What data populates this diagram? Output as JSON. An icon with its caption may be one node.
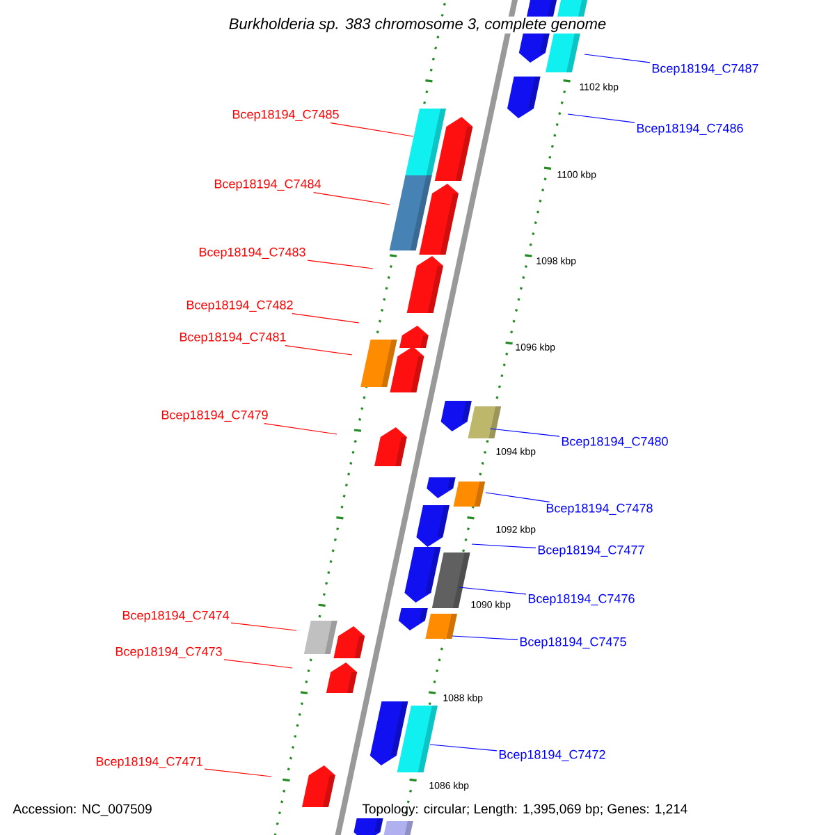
{
  "diagram": {
    "title": "Burkholderia sp. 383 chromosome 3, complete genome",
    "nodes": [
      {
        "text": [
          "Bcep18194_C7485"
        ]
      },
      {
        "text": [
          "Bcep18194_C7484"
        ]
      },
      {
        "text": [
          "Bcep18194_C7483"
        ]
      },
      {
        "text": [
          "Bcep18194_C7482"
        ]
      },
      {
        "text": [
          "Bcep18194_C7481"
        ]
      },
      {
        "text": [
          "Bcep18194_C7479"
        ]
      },
      {
        "text": [
          "Bcep18194_C7474"
        ]
      },
      {
        "text": [
          "Bcep18194_C7473"
        ]
      },
      {
        "text": [
          "Bcep18194_C7471"
        ]
      },
      {
        "text": [
          "Bcep18194_C7487"
        ]
      },
      {
        "text": [
          "Bcep18194_C7486"
        ]
      },
      {
        "text": [
          "Bcep18194_C7480"
        ]
      },
      {
        "text": [
          "Bcep18194_C7478"
        ]
      },
      {
        "text": [
          "Bcep18194_C7477"
        ]
      },
      {
        "text": [
          "Bcep18194_C7476"
        ]
      },
      {
        "text": [
          "Bcep18194_C7475"
        ]
      },
      {
        "text": [
          "Bcep18194_C7472"
        ]
      }
    ],
    "edges": [
      {
        "from": 0,
        "to": null,
        "arrow": "none"
      },
      {
        "from": 1,
        "to": null,
        "arrow": "none"
      },
      {
        "from": 2,
        "to": null,
        "arrow": "none"
      },
      {
        "from": 3,
        "to": null,
        "arrow": "none"
      },
      {
        "from": 4,
        "to": null,
        "arrow": "none"
      },
      {
        "from": 5,
        "to": null,
        "arrow": "none"
      },
      {
        "from": 6,
        "to": null,
        "arrow": "none"
      },
      {
        "from": 7,
        "to": null,
        "arrow": "none"
      },
      {
        "from": 8,
        "to": null,
        "arrow": "none"
      },
      {
        "from": 9,
        "to": null,
        "arrow": "none",
        "color": "#0000ff"
      },
      {
        "from": 10,
        "to": null,
        "arrow": "none",
        "color": "#0000ff"
      },
      {
        "from": 11,
        "to": null,
        "arrow": "none",
        "color": "#0000ff"
      },
      {
        "from": 12,
        "to": null,
        "arrow": "none",
        "color": "#0000ff"
      },
      {
        "from": 13,
        "to": null,
        "arrow": "none",
        "color": "#0000ff"
      },
      {
        "from": 14,
        "to": null,
        "arrow": "none",
        "color": "#0000ff"
      },
      {
        "from": 15,
        "to": null,
        "arrow": "none",
        "color": "#0000ff"
      },
      {
        "from": 16,
        "to": null,
        "arrow": "none",
        "color": "#0000ff"
      }
    ],
    "labels": [
      "1102 kbp",
      "1100 kbp",
      "1098 kbp",
      "1096 kbp",
      "1094 kbp",
      "1092 kbp",
      "1090 kbp",
      "1088 kbp",
      "1086 kbp",
      "Accession: NC_007509",
      "Topology: circular; Length: 1,395,069 bp; Genes: 1,214"
    ]
  }
}
